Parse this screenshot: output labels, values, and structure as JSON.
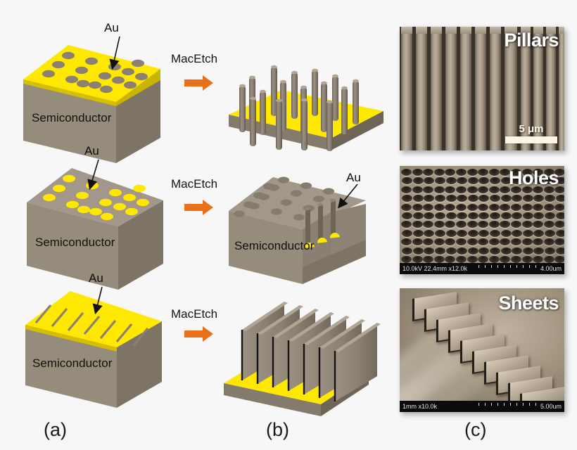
{
  "figure": {
    "background_color": "#f7f7f7",
    "panel_captions": [
      {
        "id": "a",
        "label": "(a)"
      },
      {
        "id": "b",
        "label": "(b)"
      },
      {
        "id": "c",
        "label": "(c)"
      }
    ]
  },
  "colors": {
    "gold": "#ffe800",
    "gold_dark": "#d6bf00",
    "semiconductor_front": "#968c7c",
    "semiconductor_top": "#a2978a",
    "semiconductor_side": "#7e7466",
    "arrow_orange": "#e8701a",
    "label_text": "#111111",
    "sem_title_text": "#ffffff"
  },
  "schematic_a": {
    "rows": [
      {
        "id": "row1-before",
        "block_label": "Semiconductor",
        "au_label": "Au",
        "pattern": "gold-film-with-round-openings",
        "description": "Semiconductor block covered by continuous Au film perforated with circular holes"
      },
      {
        "id": "row2-before",
        "block_label": "Semiconductor",
        "au_label": "Au",
        "pattern": "gold-dots",
        "description": "Semiconductor block with discrete Au dots on top surface"
      },
      {
        "id": "row3-before",
        "block_label": "Semiconductor",
        "au_label": "Au",
        "pattern": "gold-film-with-line-openings",
        "description": "Semiconductor block covered by Au film with parallel line openings"
      }
    ]
  },
  "process_arrows": [
    {
      "id": "arrow-row1",
      "label": "MacEtch",
      "icon": "right-arrow-icon"
    },
    {
      "id": "arrow-row2",
      "label": "MacEtch",
      "icon": "right-arrow-icon"
    },
    {
      "id": "arrow-row3",
      "label": "MacEtch",
      "icon": "right-arrow-icon"
    }
  ],
  "schematic_b": {
    "rows": [
      {
        "id": "row1-after",
        "result": "pillars",
        "description": "Array of semiconductor pillars standing on an Au-coated base",
        "pillar_count": 16
      },
      {
        "id": "row2-after",
        "result": "holes",
        "block_label": "Semiconductor",
        "au_label": "Au",
        "description": "Semiconductor block with cylindrical holes; Au dots sit at the bottom of each hole",
        "hole_count": 16
      },
      {
        "id": "row3-after",
        "result": "sheets",
        "description": "Array of vertical semiconductor sheets/fins on an Au-coated base",
        "sheet_count": 7
      }
    ]
  },
  "sem_panels": [
    {
      "id": "sem-pillars",
      "title": "Pillars",
      "scale_bar_label": "5 μm",
      "has_scale_bar": true,
      "has_info_bar": false
    },
    {
      "id": "sem-holes",
      "title": "Holes",
      "has_scale_bar": false,
      "has_info_bar": true,
      "info_bar_left": "10.0kV 22.4mm x12.0k",
      "info_bar_right": "4.00um"
    },
    {
      "id": "sem-sheets",
      "title": "Sheets",
      "has_scale_bar": false,
      "has_info_bar": true,
      "info_bar_left": "1mm x10.0k",
      "info_bar_right": "5.00um"
    }
  ]
}
